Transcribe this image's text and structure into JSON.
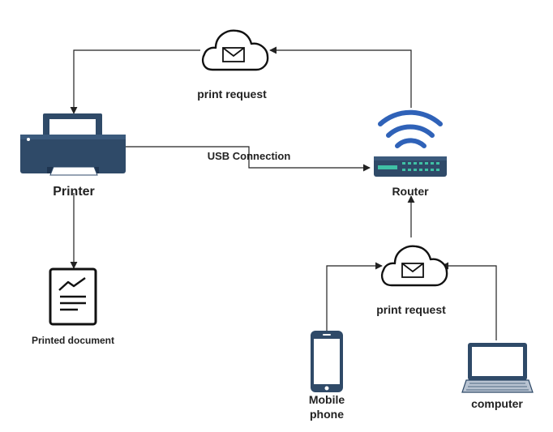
{
  "labels": {
    "print_request_top": "print request",
    "usb_connection": "USB Connection",
    "printer": "Printer",
    "router": "Router",
    "printed_document": "Printed document",
    "print_request_bottom": "print request",
    "mobile_phone_line1": "Mobile",
    "mobile_phone_line2": "phone",
    "computer": "computer"
  },
  "colors": {
    "arrow": "#222222",
    "printer_body": "#2f4a68",
    "router_body": "#2f4a68",
    "wifi": "#2f62b8",
    "router_leds": "#3fc1a5",
    "cloud_stroke": "#111111"
  },
  "icons": [
    "cloud-mail-icon",
    "printer-icon",
    "router-icon",
    "wifi-icon",
    "document-icon",
    "phone-icon",
    "laptop-icon"
  ]
}
